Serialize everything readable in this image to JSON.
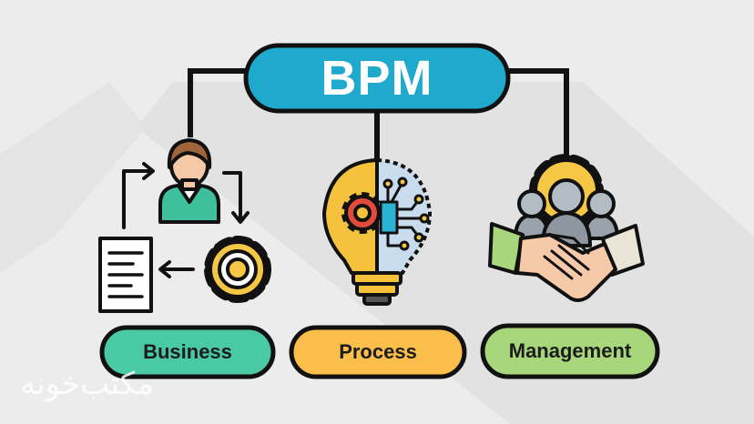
{
  "title": "BPM",
  "labels": {
    "business": "Business",
    "process": "Process",
    "management": "Management"
  },
  "watermark": "مکتب‌خونه",
  "colors": {
    "background": "#ececec",
    "shadow": "#dcdcdc",
    "title_pill": "#1fa9cc",
    "business_pill": "#49c9a4",
    "process_pill": "#fbbe4b",
    "management_pill": "#a8d67a",
    "outline": "#111111",
    "gear": "#f6c744",
    "person_shirt": "#3fbf9c",
    "hair": "#a0643a",
    "skin": "#f5c9a5",
    "bulb_left": "#f4c23c",
    "bulb_right": "#c9dcee",
    "chip": "#2bb3d6",
    "crowd": "#9aa3ab"
  },
  "icons": [
    "person-icon",
    "document-icon",
    "gear-icon",
    "lightbulb-icon",
    "circuit-chip-icon",
    "people-group-icon",
    "handshake-icon",
    "arrow-icon"
  ]
}
